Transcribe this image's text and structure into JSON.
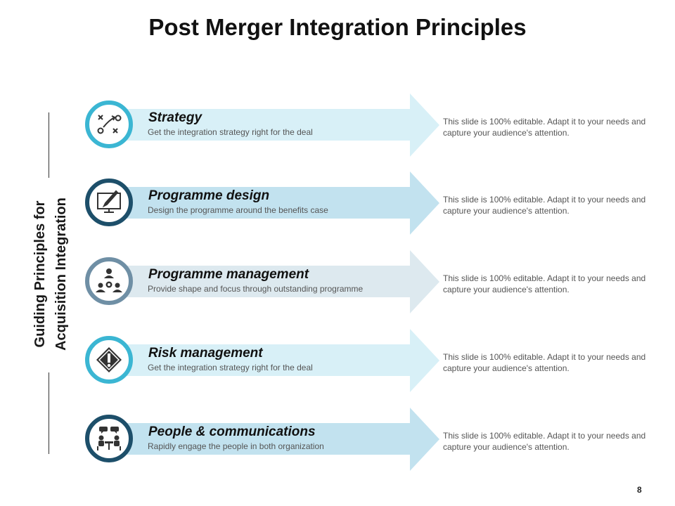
{
  "title": "Post Merger Integration Principles",
  "side_label": {
    "line1": "Guiding Principles for",
    "line2": "Acquisition Integration"
  },
  "rows": [
    {
      "heading": "Strategy",
      "subtext": "Get the integration strategy right for the deal",
      "description": "This slide is 100% editable. Adapt it to your needs and capture your audience's attention.",
      "icon": "strategy-icon",
      "ring_color": "#3bb6d3",
      "arrow_color": "#d8f0f7"
    },
    {
      "heading": "Programme design",
      "subtext": "Design the programme  around the benefits case",
      "description": "This slide is 100% editable. Adapt it to your needs and capture your audience's attention.",
      "icon": "design-board-icon",
      "ring_color": "#1d4f6a",
      "arrow_color": "#c2e2ef"
    },
    {
      "heading": "Programme management",
      "subtext": "Provide  shape and focus through outstanding programme",
      "description": "This slide is 100% editable. Adapt it to your needs and capture your audience's attention.",
      "icon": "team-management-icon",
      "ring_color": "#6f8fa5",
      "arrow_color": "#dde9ef"
    },
    {
      "heading": "Risk management",
      "subtext": "Get the integration strategy right for the deal",
      "description": "This slide is 100% editable. Adapt it to your needs and capture your audience's attention.",
      "icon": "warning-icon",
      "ring_color": "#3bb6d3",
      "arrow_color": "#d8f0f7"
    },
    {
      "heading": "People & communications",
      "subtext": "Rapidly engage the people in both organization",
      "description": "This slide is 100% editable. Adapt it to your needs and capture your audience's attention.",
      "icon": "meeting-icon",
      "ring_color": "#1d4f6a",
      "arrow_color": "#c2e2ef"
    }
  ],
  "page_number": "8"
}
